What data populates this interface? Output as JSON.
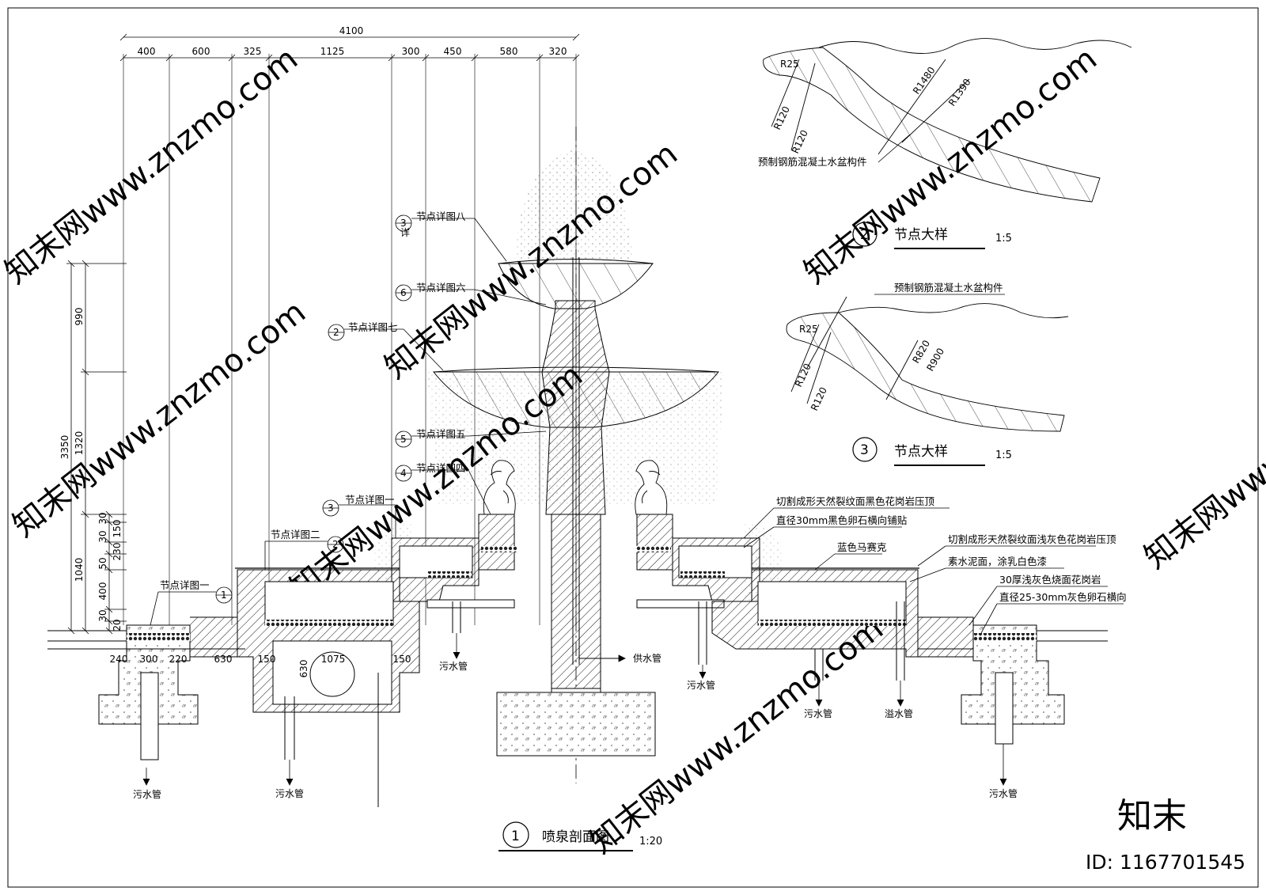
{
  "drawing": {
    "top_dims": [
      "400",
      "600",
      "325",
      "1125",
      "300",
      "450",
      "580",
      "320"
    ],
    "top_total": "4100",
    "left_dims": [
      "990",
      "1320",
      "3350",
      "30",
      "150",
      "30",
      "230",
      "50",
      "400",
      "1040",
      "30",
      "20"
    ],
    "bottom_dims": [
      "240",
      "300",
      "220",
      "630",
      "150",
      "1075",
      "630",
      "150"
    ],
    "callouts": [
      {
        "num": "3",
        "sheet": "详",
        "label": "节点详图八"
      },
      {
        "num": "6",
        "sheet": "详",
        "label": "节点详图六"
      },
      {
        "num": "2",
        "sheet": "",
        "label": "节点详图七"
      },
      {
        "num": "5",
        "sheet": "详",
        "label": "节点详图五"
      },
      {
        "num": "4",
        "sheet": "详",
        "label": "节点详图四"
      },
      {
        "num": "3",
        "sheet": "详",
        "label": "节点详图一"
      },
      {
        "num": "2",
        "sheet": "详",
        "label": "节点详图二"
      },
      {
        "num": "1",
        "sheet": "详",
        "label": "节点详图一"
      }
    ],
    "material_notes": [
      "切割成形天然裂纹面黑色花岗岩压顶",
      "直径30mm黑色卵石横向铺贴",
      "蓝色马赛克",
      "切割成形天然裂纹面浅灰色花岗岩压顶",
      "素水泥面，涂乳白色漆",
      "30厚浅灰色烧面花岗岩",
      "直径25-30mm灰色卵石横向"
    ],
    "pipes": {
      "drain": "污水管",
      "supply": "供水管",
      "overflow": "溢水管"
    },
    "main_title": {
      "num": "1",
      "text": "喷泉剖面图",
      "scale": "1:20"
    }
  },
  "detail2": {
    "radii": [
      "R25",
      "R1480",
      "R1390",
      "R120",
      "R120"
    ],
    "note": "预制钢筋混凝土水盆构件",
    "num": "2",
    "title": "节点大样",
    "scale": "1:5"
  },
  "detail3": {
    "radii": [
      "R25",
      "R820",
      "R900",
      "R120",
      "R120"
    ],
    "note": "预制钢筋混凝土水盆构件",
    "num": "3",
    "title": "节点大样",
    "scale": "1:5"
  },
  "watermark": {
    "text": "知末网www.znzmo.com",
    "logo": "知末",
    "id": "ID: 1167701545"
  }
}
